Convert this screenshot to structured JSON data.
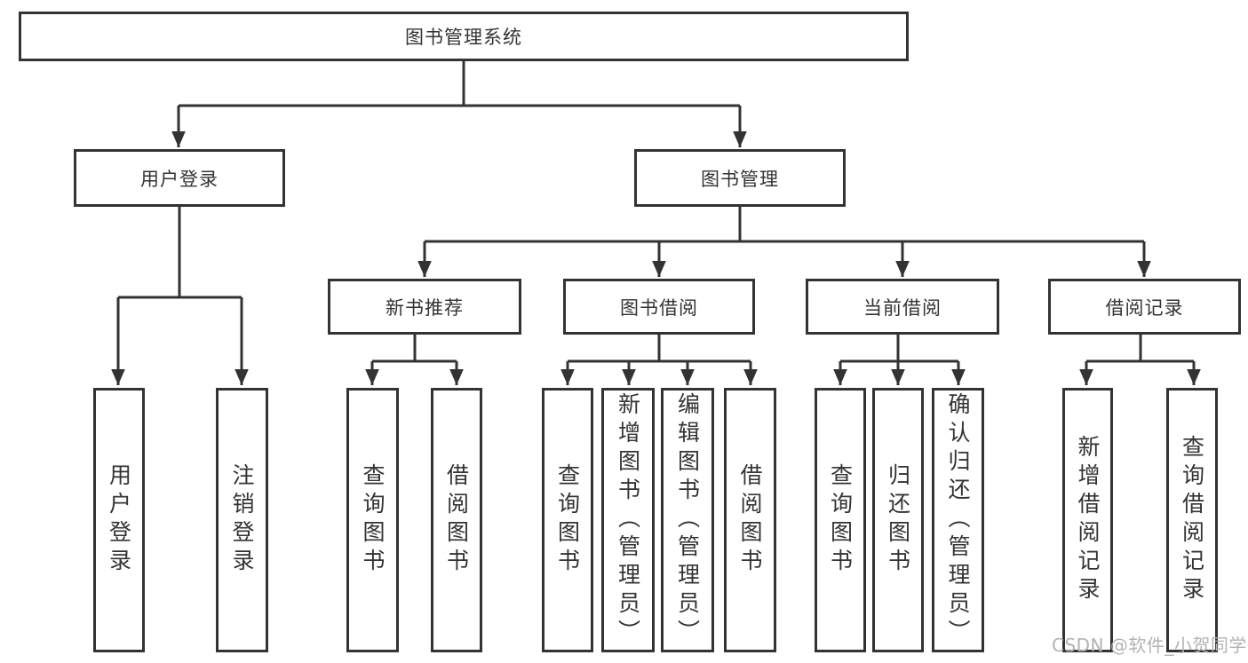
{
  "colors": {
    "line": "#333333",
    "box_border": "#333333",
    "text": "#333333",
    "watermark_text": "#b3b3b3",
    "background": "#ffffff"
  },
  "tree": {
    "root": {
      "label": "图书管理系统"
    },
    "user_login": {
      "label": "用户登录",
      "children": [
        {
          "label": "用户登录"
        },
        {
          "label": "注销登录"
        }
      ]
    },
    "book_mgmt": {
      "label": "图书管理"
    },
    "new_book": {
      "label": "新书推荐",
      "children": [
        {
          "label": "查询图书"
        },
        {
          "label": "借阅图书"
        }
      ]
    },
    "book_borrow": {
      "label": "图书借阅",
      "children": [
        {
          "label": "查询图书"
        },
        {
          "label": "新增图书（管理员）"
        },
        {
          "label": "编辑图书（管理员）"
        },
        {
          "label": "借阅图书"
        }
      ]
    },
    "current_borrow": {
      "label": "当前借阅",
      "children": [
        {
          "label": "查询图书"
        },
        {
          "label": "归还图书"
        },
        {
          "label": "确认归还（管理员）"
        }
      ]
    },
    "borrow_records": {
      "label": "借阅记录",
      "children": [
        {
          "label": "新增借阅记录"
        },
        {
          "label": "查询借阅记录"
        }
      ]
    }
  },
  "watermark": {
    "text": "CSDN @软件_小贺同学"
  }
}
